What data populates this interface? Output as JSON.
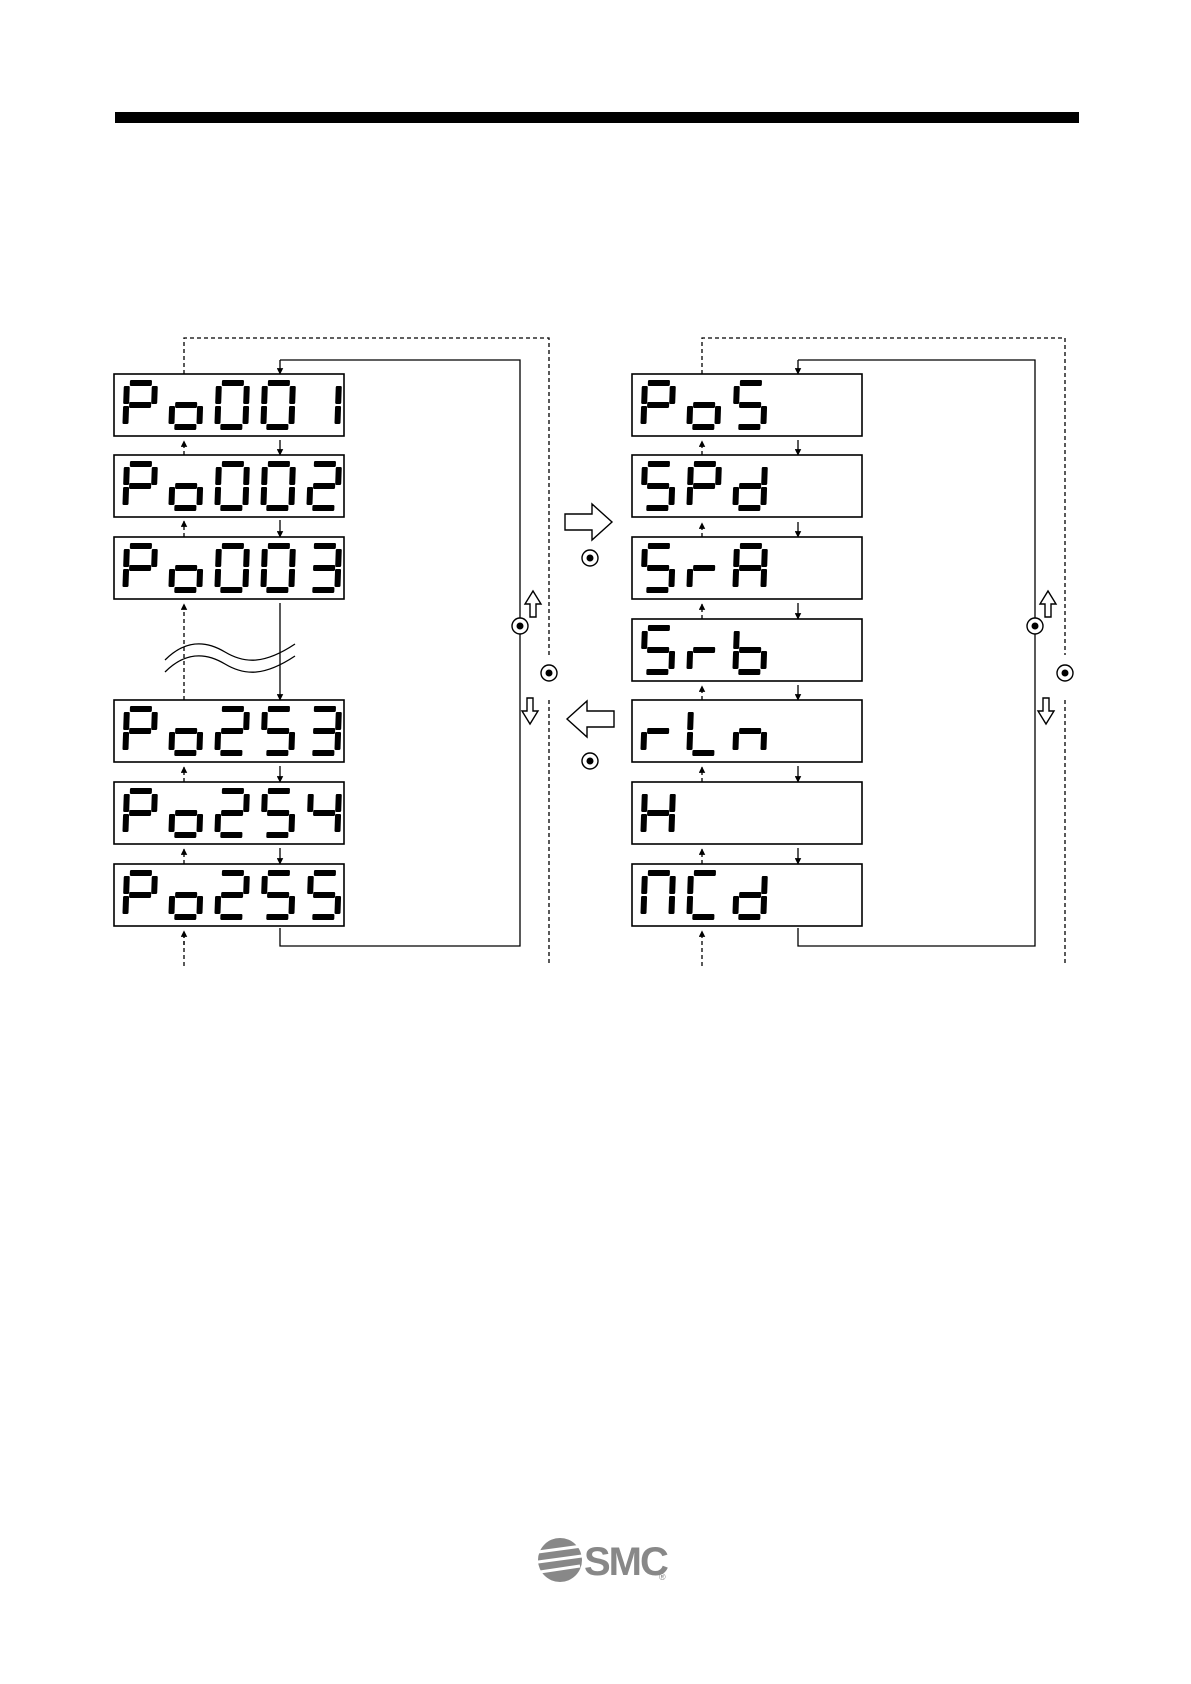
{
  "left_column": {
    "displays": [
      "Po001",
      "Po002",
      "Po003",
      "Po253",
      "Po254",
      "Po255"
    ]
  },
  "right_column": {
    "displays": [
      "PoS",
      "SPd",
      "SrA",
      "Srb",
      "rLn",
      "H",
      "MCd"
    ]
  },
  "controls": {
    "forward_arrow_icon": "right-arrow-icon",
    "back_arrow_icon": "left-arrow-icon",
    "set_button_icon": "set-button-icon",
    "up_button_icon": "up-arrow-icon",
    "down_button_icon": "down-arrow-icon"
  },
  "footer": {
    "logo": "SMC",
    "logo_reg": "®"
  },
  "colors": {
    "ink": "#000000",
    "logo_gray": "#888888"
  }
}
